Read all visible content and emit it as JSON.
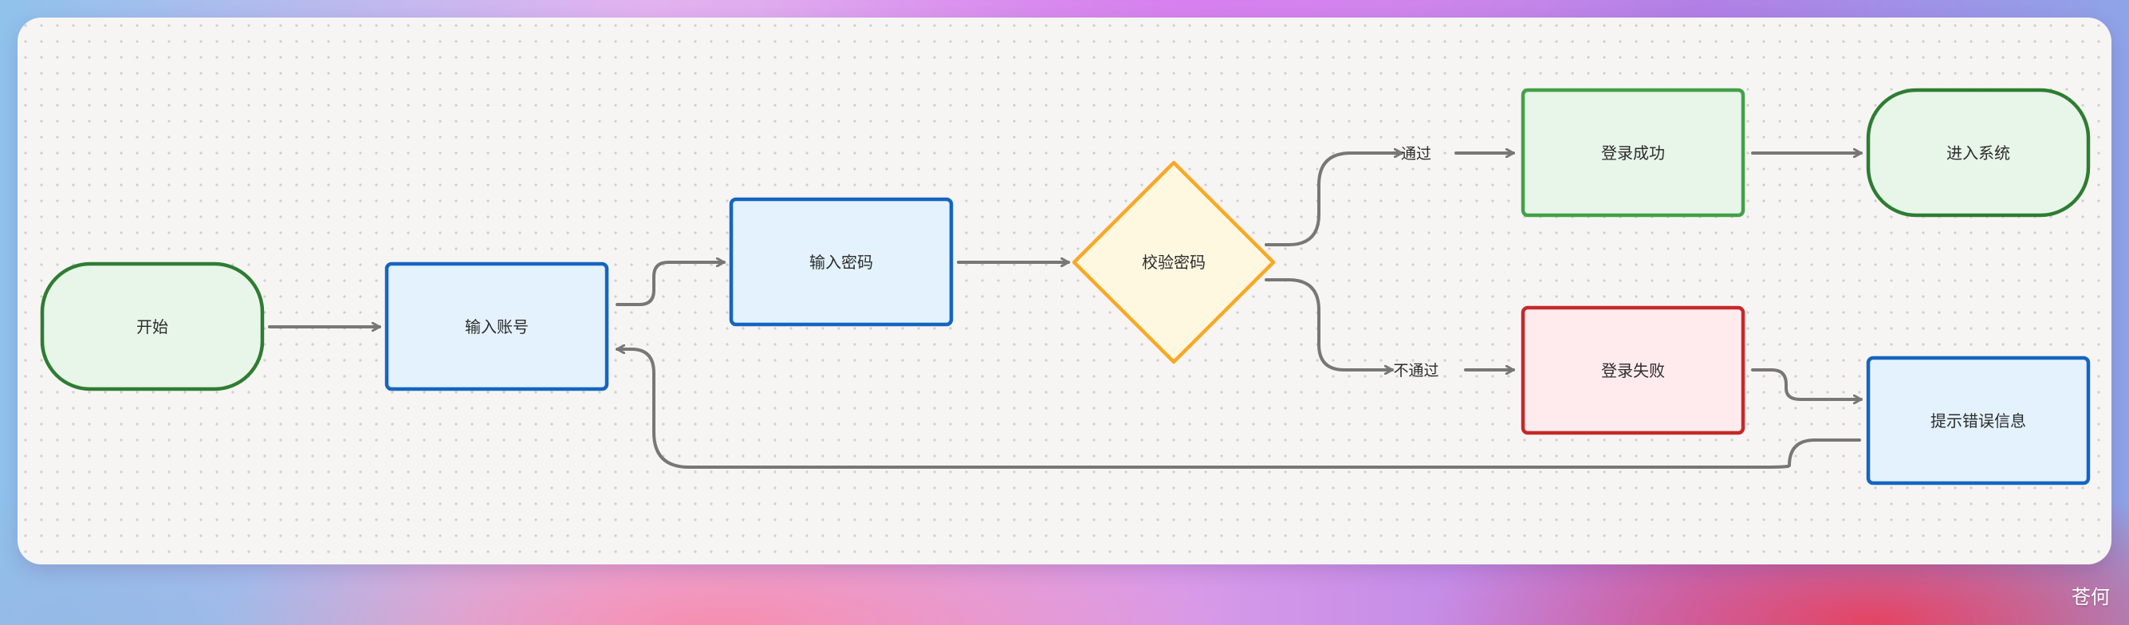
{
  "nodes": {
    "start": "开始",
    "input_account": "输入账号",
    "input_password": "输入密码",
    "verify_password": "校验密码",
    "login_success": "登录成功",
    "enter_system": "进入系统",
    "login_failed": "登录失败",
    "error_message": "提示错误信息"
  },
  "edges": {
    "pass": "通过",
    "fail": "不通过"
  },
  "watermark": "苍何",
  "colors": {
    "green_stroke": "#2e7d32",
    "green_fill": "#e8f5e9",
    "blue_stroke": "#1565c0",
    "blue_fill": "#e3f2fd",
    "orange_stroke": "#f9a825",
    "orange_fill": "#fff8e1",
    "success_stroke": "#43a047",
    "red_stroke": "#c62828",
    "red_fill": "#ffebee",
    "edge": "#777777"
  }
}
